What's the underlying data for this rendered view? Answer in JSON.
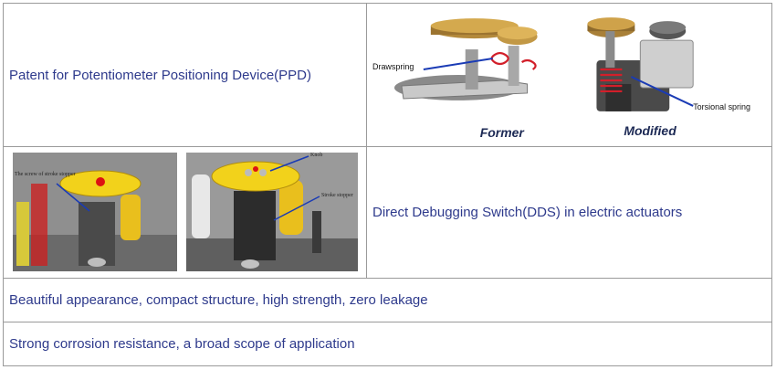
{
  "rows": [
    {
      "text": "Patent for Potentiometer Positioning Device(PPD)"
    },
    {
      "text": "Direct Debugging Switch(DDS) in electric actuators"
    },
    {
      "text": "Beautiful appearance, compact structure, high strength, zero leakage"
    },
    {
      "text": "Strong corrosion resistance, a broad scope of application"
    }
  ],
  "figure_gears": {
    "label_drawspring": "Drawspring",
    "label_torsional": "Torsional spring",
    "caption_former": "Former",
    "caption_modified": "Modified"
  },
  "figure_actuator": {
    "label_screw": "The screw of stroke stopper",
    "label_knob": "Knob",
    "label_stroke": "Stroke stopper"
  },
  "colors": {
    "text": "#2e3a8c",
    "border": "#9a9a9a",
    "yellow": "#f2d21b",
    "brass": "#b48a3c"
  }
}
